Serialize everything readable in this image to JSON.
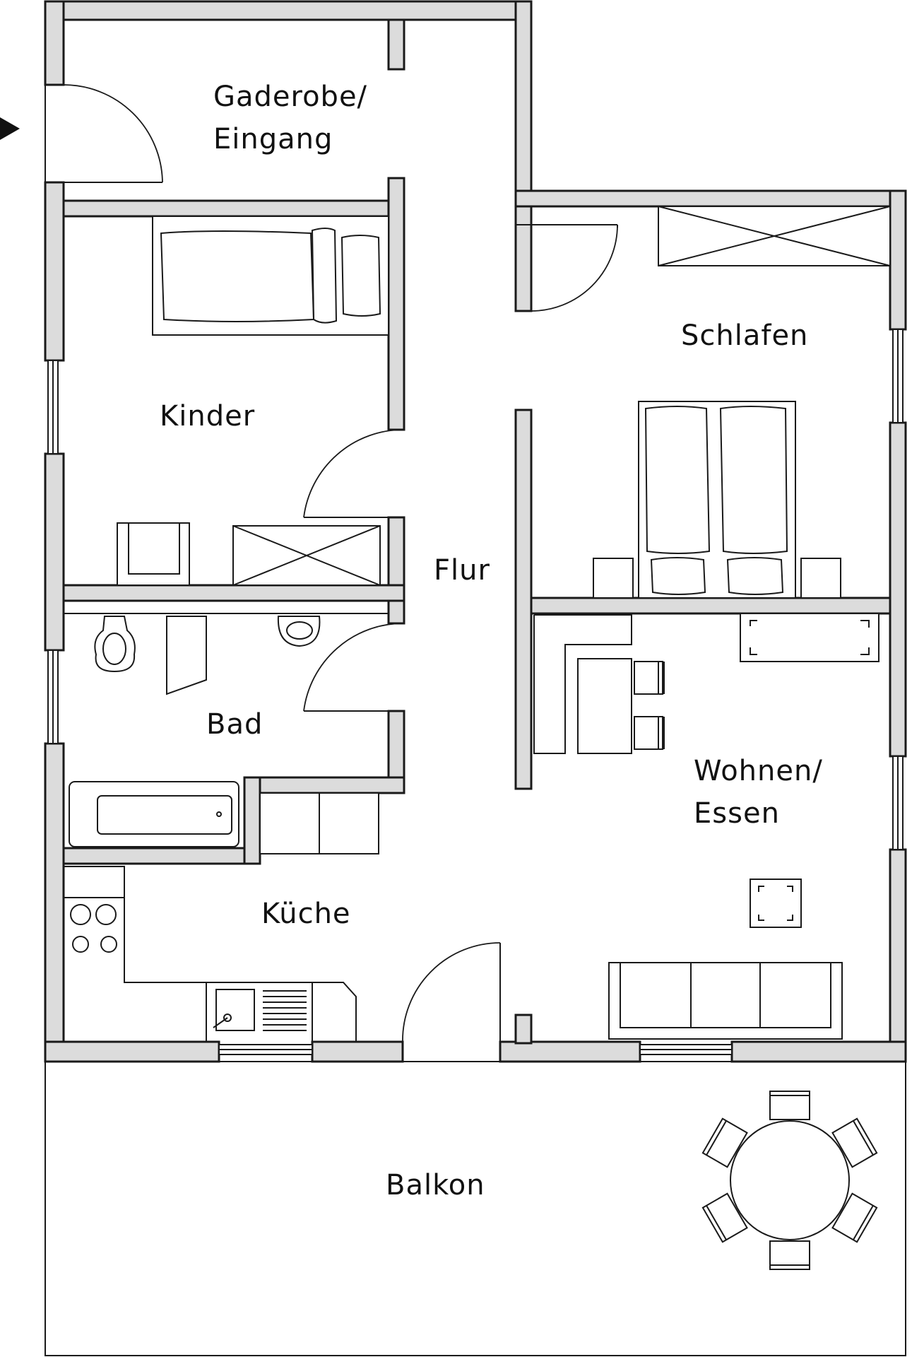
{
  "rooms": {
    "entry_line1": "Gaderobe/",
    "entry_line2": "Eingang",
    "bedroom": "Schlafen",
    "kids": "Kinder",
    "hall": "Flur",
    "bath": "Bad",
    "living_line1": "Wohnen/",
    "living_line2": "Essen",
    "kitchen": "Küche",
    "balcony": "Balkon"
  },
  "colors": {
    "wall_fill": "#dcdcdc",
    "line": "#1a1a1a",
    "background": "#ffffff"
  },
  "entrance_marker": "arrow-right-icon"
}
